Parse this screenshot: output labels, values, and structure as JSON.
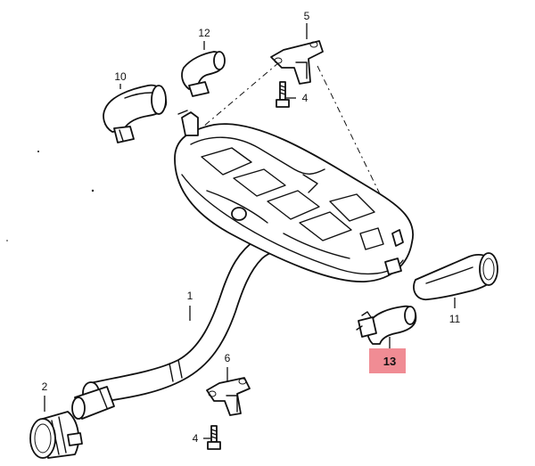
{
  "callouts": {
    "c1": "1",
    "c2": "2",
    "c4a": "4",
    "c4b": "4",
    "c5": "5",
    "c6": "6",
    "c10": "10",
    "c11": "11",
    "c12": "12",
    "c13": "13"
  },
  "highlighted_part": "13",
  "colors": {
    "line": "#111111",
    "highlight": "#f08c94",
    "background": "#ffffff"
  }
}
